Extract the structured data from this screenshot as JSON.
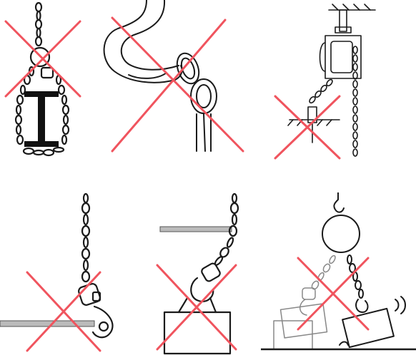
{
  "colors": {
    "cross": "#f0545e",
    "ink": "#1a1a1a",
    "background": "#ffffff"
  },
  "panels": [
    {
      "id": "chain-wrapped-around-i-beam",
      "prohibited": true
    },
    {
      "id": "chain-on-hook-tip",
      "prohibited": true
    },
    {
      "id": "hoist-side-pull-anchor",
      "prohibited": true
    },
    {
      "id": "hook-striking-beam",
      "prohibited": true
    },
    {
      "id": "side-pull-load-under-beam",
      "prohibited": true
    },
    {
      "id": "swinging-load-collision",
      "prohibited": true
    }
  ]
}
